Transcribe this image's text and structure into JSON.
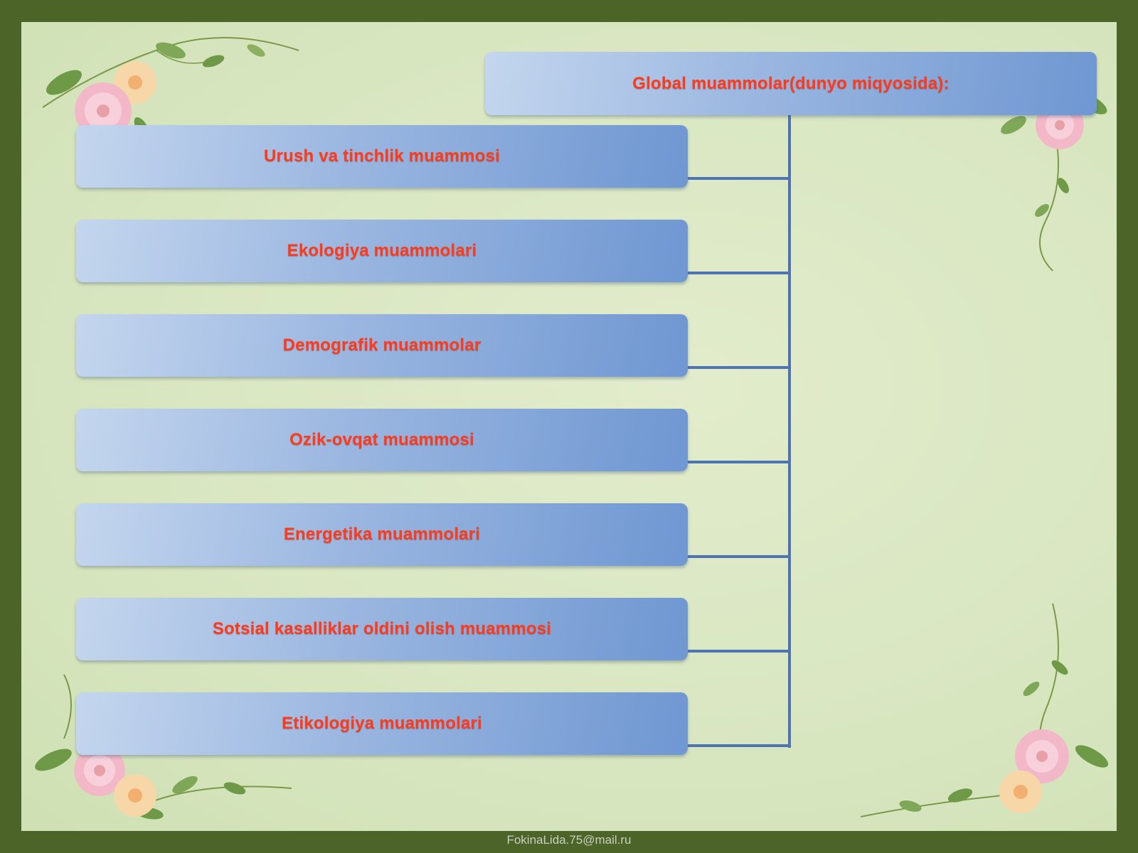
{
  "diagram": {
    "root": {
      "label": "Global muammolar(dunyo miqyosida):"
    },
    "children": [
      {
        "label": "Urush va tinchlik muammosi"
      },
      {
        "label": "Ekologiya muammolari"
      },
      {
        "label": "Demografik muammolar"
      },
      {
        "label": "Ozik-ovqat muammosi"
      },
      {
        "label": "Energetika muammolari"
      },
      {
        "label": "Sotsial kasalliklar oldini olish muammosi"
      },
      {
        "label": "Etikologiya muammolari"
      }
    ],
    "colors": {
      "text": "#ff3a1a",
      "connector": "#4f74b4",
      "frame": "#4d6428",
      "background": "#d8e6c0"
    }
  },
  "footer": {
    "text": "FokinaLida.75@mail.ru"
  },
  "decorations": [
    "flower-vine-top-left",
    "flower-vine-top-right",
    "flower-vine-bottom-left",
    "flower-vine-bottom-right"
  ]
}
